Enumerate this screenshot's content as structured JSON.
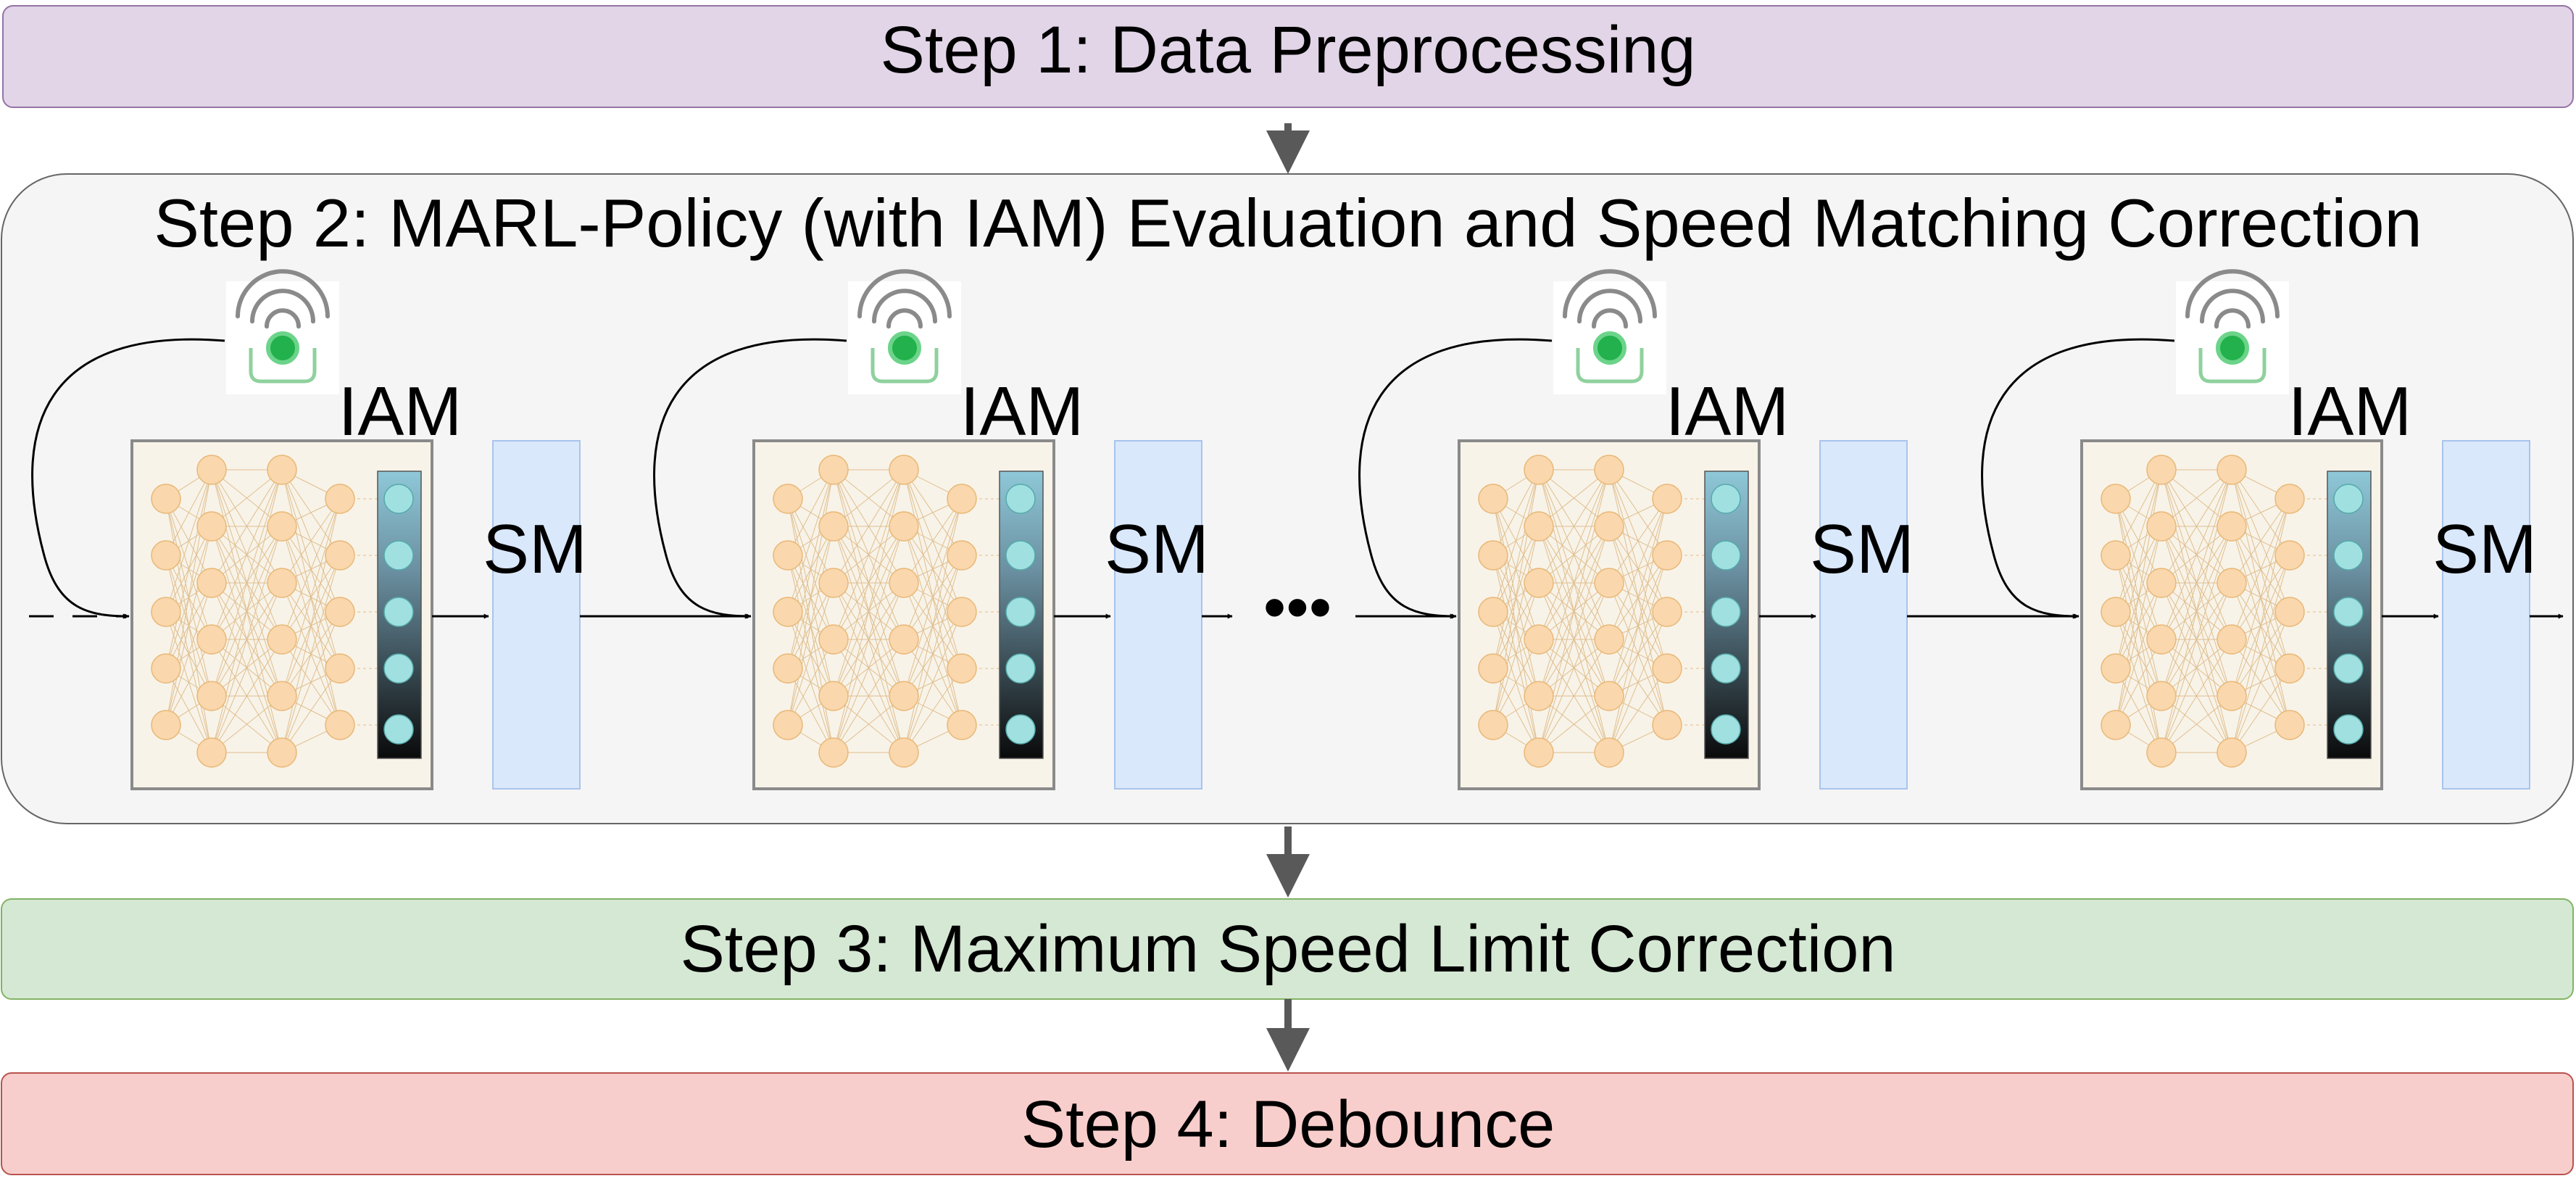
{
  "steps": {
    "step1": {
      "label": "Step 1: Data Preprocessing",
      "fill": "#e1d5e7",
      "stroke": "#9673a6"
    },
    "step2": {
      "label": "Step 2: MARL-Policy (with IAM) Evaluation and Speed Matching Correction",
      "fill": "#f5f5f5",
      "stroke": "#666666"
    },
    "step3": {
      "label": "Step 3: Maximum Speed Limit Correction",
      "fill": "#d5e8d4",
      "stroke": "#82b366"
    },
    "step4": {
      "label": "Step 4: Debounce",
      "fill": "#f8cecc",
      "stroke": "#b85450"
    }
  },
  "agents": [
    {
      "iam_label": "IAM",
      "sm_label": "SM",
      "sensor_icon": "wifi-sensor-icon"
    },
    {
      "iam_label": "IAM",
      "sm_label": "SM",
      "sensor_icon": "wifi-sensor-icon"
    },
    {
      "iam_label": "IAM",
      "sm_label": "SM",
      "sensor_icon": "wifi-sensor-icon"
    },
    {
      "iam_label": "IAM",
      "sm_label": "SM",
      "sensor_icon": "wifi-sensor-icon"
    }
  ],
  "ellipsis": "•••",
  "colors": {
    "nn_panel": "#f8f3e8",
    "neuron": "#fad7ac",
    "neuron_stroke": "#e8b878",
    "output_neuron": "#a0e0e0",
    "sm_box": "#dae8fc",
    "sm_box_stroke": "#a9c4eb",
    "sensor_green": "#22b14c",
    "arrow_gray": "#595959"
  }
}
